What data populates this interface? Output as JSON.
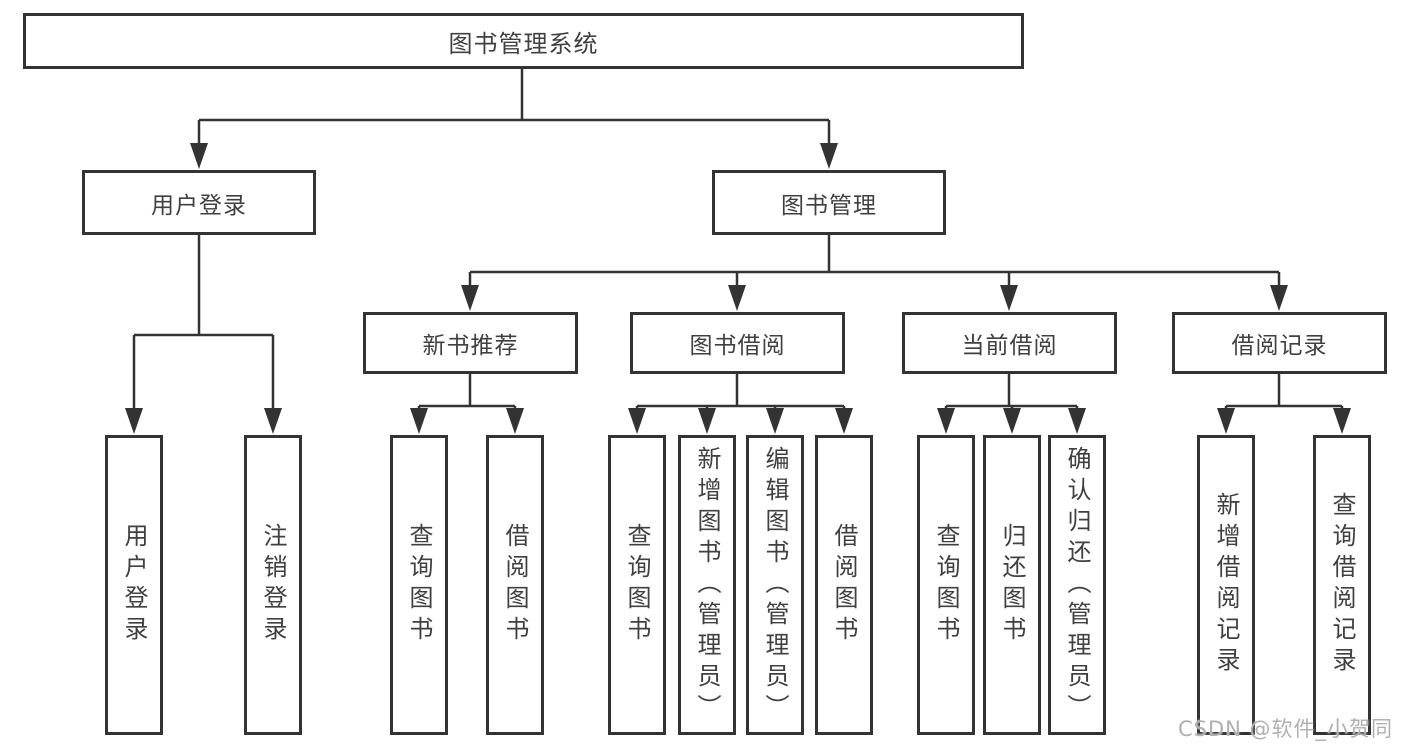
{
  "diagram": {
    "root": "图书管理系统",
    "level2": [
      "用户登录",
      "图书管理"
    ],
    "level3": [
      "新书推荐",
      "图书借阅",
      "当前借阅",
      "借阅记录"
    ],
    "leaves": {
      "user_login": [
        "用户登录",
        "注销登录"
      ],
      "new_book_recommend": [
        "查询图书",
        "借阅图书"
      ],
      "book_borrow": [
        "查询图书",
        "新增图书（管理员）",
        "编辑图书（管理员）",
        "借阅图书"
      ],
      "current_borrow": [
        "查询图书",
        "归还图书",
        "确认归还（管理员）"
      ],
      "borrow_records": [
        "新增借阅记录",
        "查询借阅记录"
      ]
    }
  },
  "watermark": {
    "text": "CSDN @软件_小贺同学"
  },
  "colors": {
    "line": "#333333",
    "border": "#333333",
    "text": "#404040",
    "background": "#ffffff",
    "watermark": "#b0b0b0"
  }
}
